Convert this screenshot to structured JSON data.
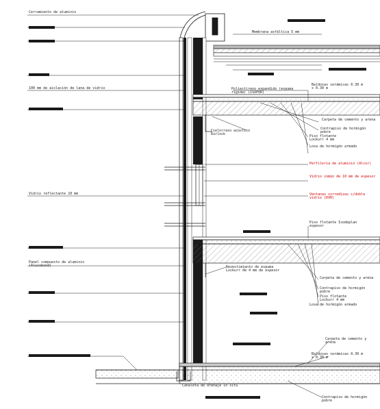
{
  "labels": {
    "aluminum_cap": "Cerramiento de aluminio",
    "asphalt_membrane": "Membrana asfáltica 5 mm",
    "glass_wool": "100 mm de aislación de lana de vidrio",
    "polystyrene": "Poliestireno expandido (espuma rígida) (ISOPOR)",
    "ceramic_tile_1": "Baldosas cerámicas 0.30 m x 0.30 m",
    "mortar_bed_1": "Carpeta de cemento y arena",
    "subfloor_1": "Contrapiso de hormigón pobre",
    "floating_floor_1": "Piso flotante Lockurr 4 mm",
    "slab_1": "Losa de hormigón armado",
    "acoustic_ceiling": "Cielorraso acústico Durlock",
    "aluminum_profile": "Perfilería de aluminio (Alcor)",
    "glass_10mm": "Vidrio común de 10 mm de espesor",
    "casement_window": "Ventanas corredizas c/doble vidrio (DVH)",
    "reflective_glass": "Vidrio reflectante 10 mm",
    "floating_floor_deck": "Piso flotante Isodeplan espesor",
    "aluminum_composite": "Panel compuesto de aluminio (Alucobond)",
    "wall_cladding": "Revestimiento de espuma Lockurr de 4 mm de espesor",
    "mortar_bed_2": "Carpeta de cemento y arena",
    "subfloor_2": "Contrapiso de hormigón pobre",
    "floating_floor_2": "Piso flotante Lockurr 4 mm",
    "slab_2": "Losa de hormigón armado",
    "mortar_bed_3": "Carpeta de cemento y arena",
    "ceramic_tile_2": "Baldosas cerámicas 0.30 m x 0.30 m",
    "drainage_channel": "Canaleta de drenaje in situ",
    "subfloor_3": "Contrapiso de hormigón pobre"
  },
  "colors": {
    "ink": "#1a1a1a",
    "highlight": "#d00000",
    "hatch": "#555555"
  }
}
